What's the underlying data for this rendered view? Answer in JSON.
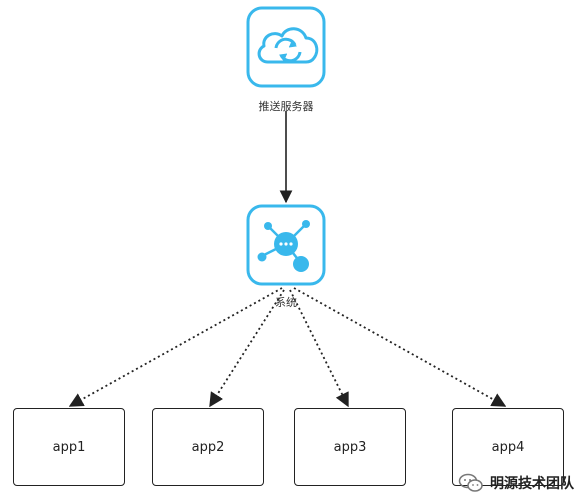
{
  "diagram": {
    "push_server": {
      "label": "推送服务器",
      "icon": "cloud-sync-icon"
    },
    "system": {
      "label": "系统",
      "icon": "hub-network-icon"
    },
    "apps": [
      {
        "label": "app1"
      },
      {
        "label": "app2"
      },
      {
        "label": "app3"
      },
      {
        "label": "app4"
      }
    ],
    "colors": {
      "icon_blue": "#39b8ec",
      "icon_bg": "#ffffff",
      "line": "#222222"
    }
  },
  "watermark": {
    "text": "明源技术团队",
    "icon": "wechat-icon"
  }
}
